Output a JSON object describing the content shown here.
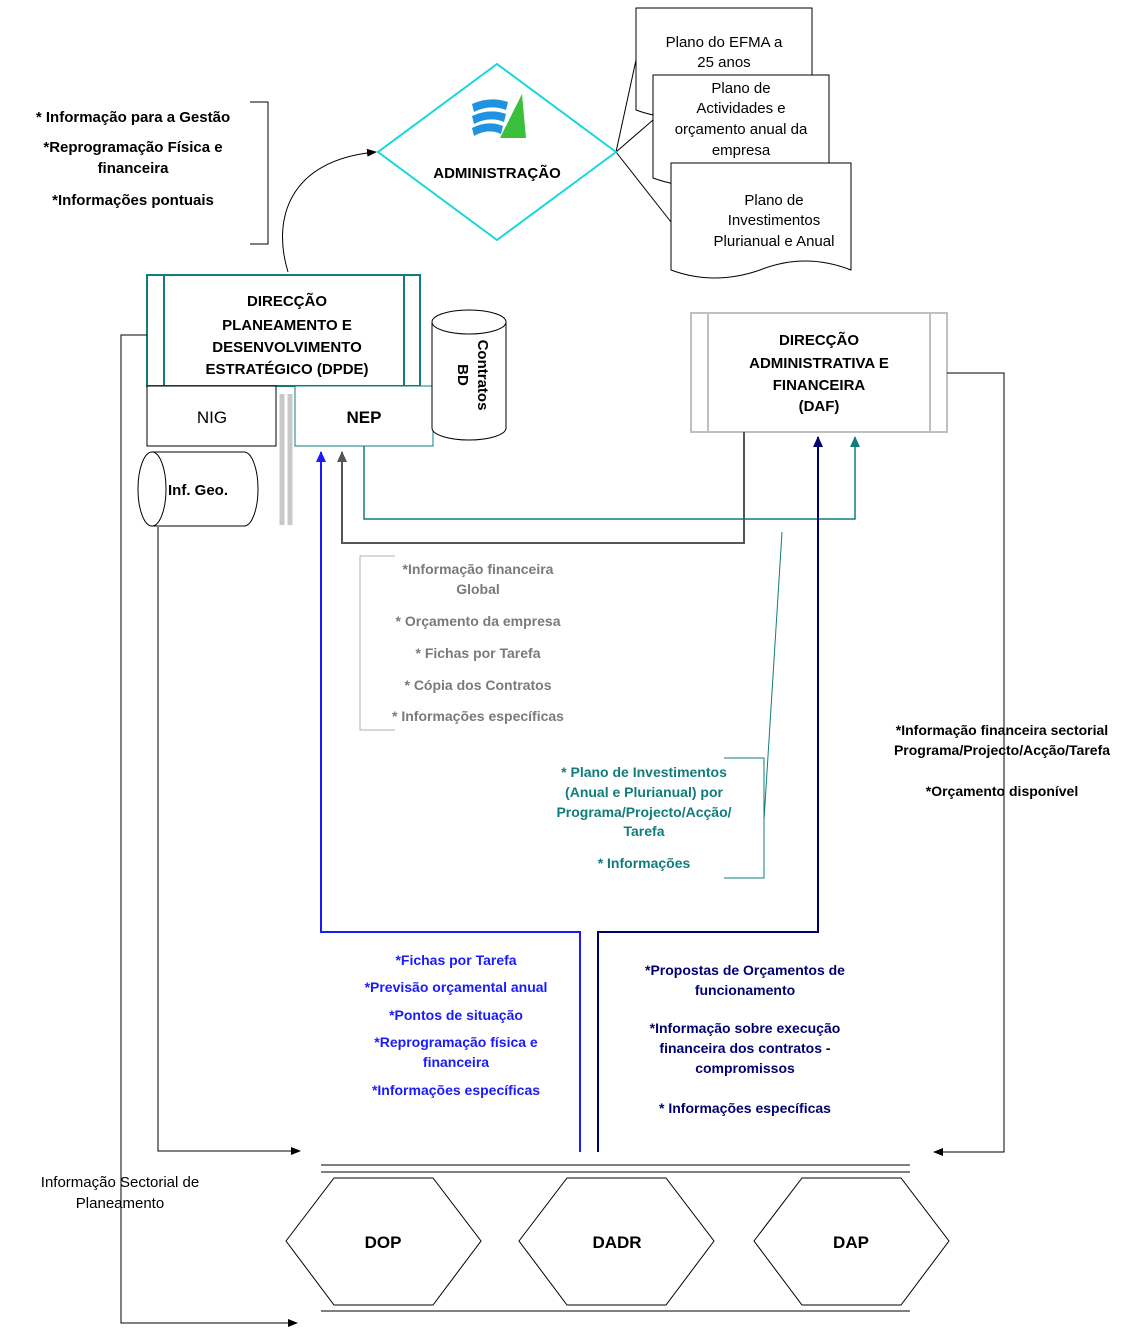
{
  "colors": {
    "black": "#000000",
    "teal": "#127c7c",
    "cyan": "#19d7dc",
    "blue": "#1a1aff",
    "navy": "#000070",
    "gray": "#7a7a7a",
    "dark_gray": "#555555",
    "light_gray": "#bcbcbc"
  },
  "icons": {
    "logo": "efma-logo-icon"
  },
  "admin": {
    "label": "ADMINISTRAÇÃO"
  },
  "documents": {
    "doc1": [
      "Plano do EFMA a",
      "25 anos"
    ],
    "doc2": [
      "Plano de",
      "Actividades e",
      "orçamento anual da",
      "empresa"
    ],
    "doc3": [
      "Plano de",
      "Investimentos",
      "Plurianual e Anual"
    ]
  },
  "top_left_info": {
    "line1": "* Informação para  a Gestão",
    "line2": "*Reprogramação Física e",
    "line3": "financeira",
    "line4": "*Informações pontuais"
  },
  "dpde": {
    "lines": [
      "DIRECÇÃO",
      "PLANEAMENTO E",
      "DESENVOLVIMENTO",
      "ESTRATÉGICO (DPDE)"
    ],
    "nig": "NIG",
    "nep": "NEP",
    "bd": [
      "BD",
      "Contratos"
    ],
    "geo": "Inf. Geo."
  },
  "daf": {
    "lines": [
      "DIRECÇÃO",
      "ADMINISTRATIVA  E",
      "FINANCEIRA",
      "(DAF)"
    ]
  },
  "gray_info": [
    "*Informação financeira",
    "Global",
    "* Orçamento da empresa",
    "* Fichas por Tarefa",
    "* Cópia dos Contratos",
    "* Informações específicas"
  ],
  "teal_info": [
    "* Plano de Investimentos",
    "(Anual e Plurianual) por",
    "Programa/Projecto/Acção/",
    "Tarefa",
    "* Informações"
  ],
  "right_info": {
    "line1": "*Informação financeira sectorial",
    "line2": "Programa/Projecto/Acção/Tarefa",
    "line3": "*Orçamento disponível"
  },
  "blue_info": [
    "*Fichas por Tarefa",
    "*Previsão orçamental anual",
    "*Pontos de situação",
    "*Reprogramação física e",
    "financeira",
    "*Informações específicas"
  ],
  "navy_info": [
    "*Propostas de Orçamentos de",
    "funcionamento",
    "*Informação sobre execução",
    "financeira dos contratos -",
    "compromissos",
    "* Informações específicas"
  ],
  "sectorial": {
    "line1": "Informação   Sectorial de",
    "line2": "Planeamento"
  },
  "units": {
    "dop": "DOP",
    "dadr": "DADR",
    "dap": "DAP"
  }
}
